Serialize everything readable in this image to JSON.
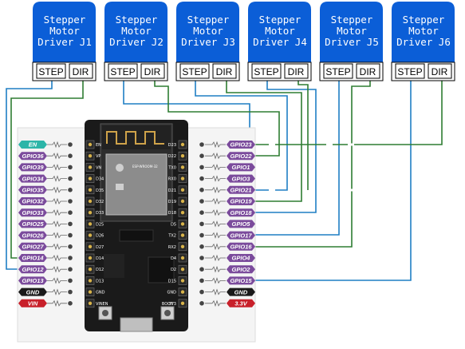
{
  "drivers": [
    {
      "title_line1": "Stepper",
      "title_line2": "Motor",
      "title_line3": "Driver J1",
      "step_label": "STEP",
      "dir_label": "DIR"
    },
    {
      "title_line1": "Stepper",
      "title_line2": "Motor",
      "title_line3": "Driver J2",
      "step_label": "STEP",
      "dir_label": "DIR"
    },
    {
      "title_line1": "Stepper",
      "title_line2": "Motor",
      "title_line3": "Driver J3",
      "step_label": "STEP",
      "dir_label": "DIR"
    },
    {
      "title_line1": "Stepper",
      "title_line2": "Motor",
      "title_line3": "Driver J4",
      "step_label": "STEP",
      "dir_label": "DIR"
    },
    {
      "title_line1": "Stepper",
      "title_line2": "Motor",
      "title_line3": "Driver J5",
      "step_label": "STEP",
      "dir_label": "DIR"
    },
    {
      "title_line1": "Stepper",
      "title_line2": "Motor",
      "title_line3": "Driver J6",
      "step_label": "STEP",
      "dir_label": "DIR"
    }
  ],
  "left_pins": [
    {
      "label": "EN",
      "kind": "en"
    },
    {
      "label": "GPIO36",
      "kind": "gpio"
    },
    {
      "label": "GPIO39",
      "kind": "gpio"
    },
    {
      "label": "GPIO34",
      "kind": "gpio"
    },
    {
      "label": "GPIO35",
      "kind": "gpio"
    },
    {
      "label": "GPIO32",
      "kind": "gpio"
    },
    {
      "label": "GPIO33",
      "kind": "gpio"
    },
    {
      "label": "GPIO25",
      "kind": "gpio"
    },
    {
      "label": "GPIO26",
      "kind": "gpio"
    },
    {
      "label": "GPIO27",
      "kind": "gpio"
    },
    {
      "label": "GPIO14",
      "kind": "gpio"
    },
    {
      "label": "GPIO12",
      "kind": "gpio"
    },
    {
      "label": "GPIO13",
      "kind": "gpio"
    },
    {
      "label": "GND",
      "kind": "gnd"
    },
    {
      "label": "VIN",
      "kind": "pwr"
    }
  ],
  "right_pins": [
    {
      "label": "GPIO23",
      "kind": "gpio"
    },
    {
      "label": "GPIO22",
      "kind": "gpio"
    },
    {
      "label": "GPIO1",
      "kind": "gpio"
    },
    {
      "label": "GPIO3",
      "kind": "gpio"
    },
    {
      "label": "GPIO21",
      "kind": "gpio"
    },
    {
      "label": "GPIO19",
      "kind": "gpio"
    },
    {
      "label": "GPIO18",
      "kind": "gpio"
    },
    {
      "label": "GPIO5",
      "kind": "gpio"
    },
    {
      "label": "GPIO17",
      "kind": "gpio"
    },
    {
      "label": "GPIO16",
      "kind": "gpio"
    },
    {
      "label": "GPIO4",
      "kind": "gpio"
    },
    {
      "label": "GPIO2",
      "kind": "gpio"
    },
    {
      "label": "GPIO15",
      "kind": "gpio"
    },
    {
      "label": "GND",
      "kind": "gnd"
    },
    {
      "label": "3.3V",
      "kind": "pwr"
    }
  ],
  "board": {
    "module_name": "ESP-WROOM-32",
    "board_left_pins": [
      "EN",
      "VP",
      "VN",
      "D34",
      "D35",
      "D32",
      "D33",
      "D25",
      "D26",
      "D27",
      "D14",
      "D12",
      "D13",
      "GND",
      "VIN"
    ],
    "board_right_pins": [
      "D23",
      "D22",
      "TX0",
      "RX0",
      "D21",
      "D19",
      "D18",
      "D5",
      "TX2",
      "RX2",
      "D4",
      "D2",
      "D15",
      "GND",
      "3V3"
    ],
    "en_button": "EN",
    "boot_button": "BOOT"
  },
  "colors": {
    "driver_fill": "#0b5ed7",
    "gpio_fill": "#7b4b9c",
    "en_fill": "#2cb5a8",
    "gnd_fill": "#1a1a1a",
    "pwr_fill": "#c8202a",
    "step_wire": "#1f7fc4",
    "dir_wire": "#2e7d32"
  }
}
